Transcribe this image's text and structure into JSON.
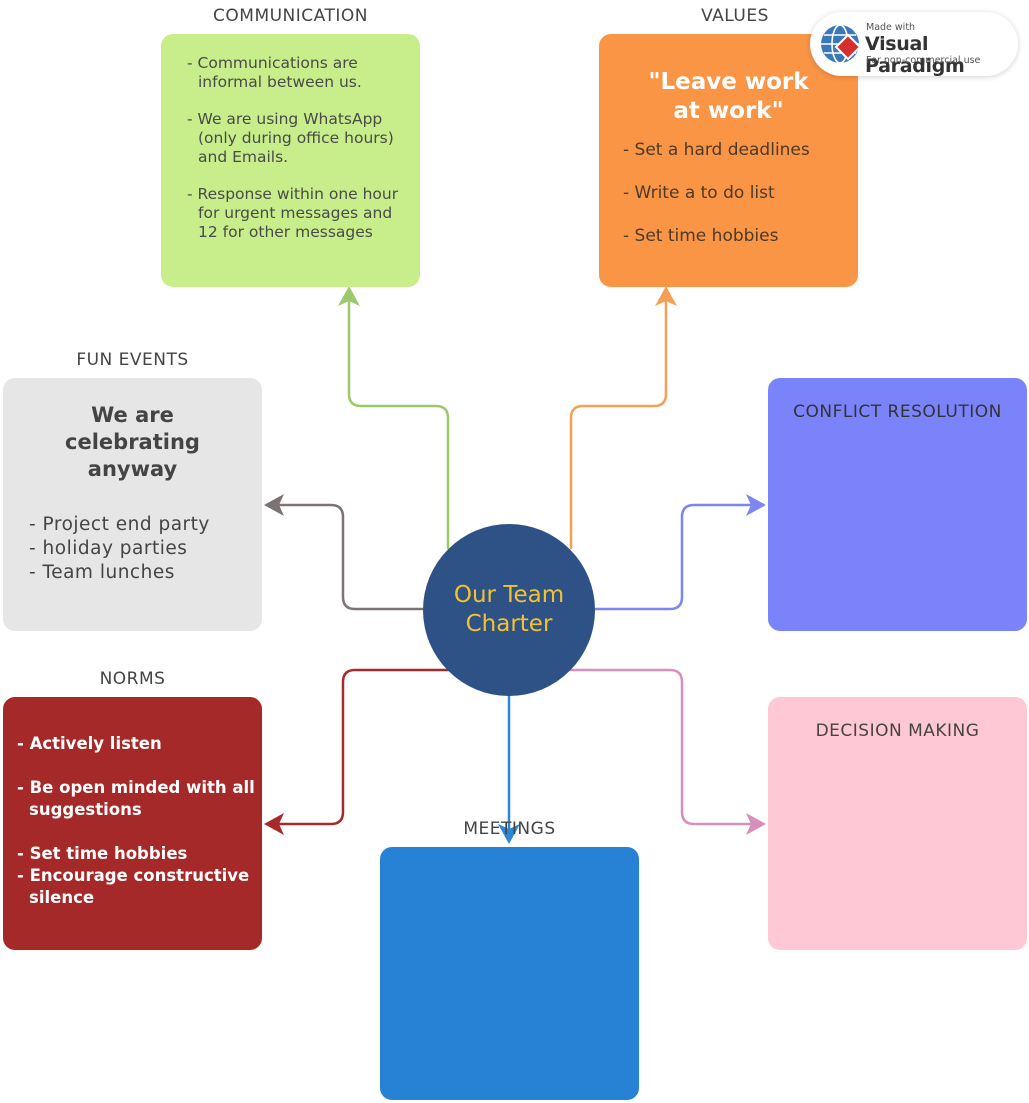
{
  "center": {
    "line1": "Our Team",
    "line2": "Charter"
  },
  "communication": {
    "caption": "COMMUNICATION",
    "items": [
      "- Communications are informal between us.",
      "- We are using WhatsApp (only during office hours) and Emails.",
      "- Response within one hour for urgent messages and 12 for other messages"
    ]
  },
  "values": {
    "caption": "VALUES",
    "quote_line1": "\"Leave work",
    "quote_line2": "at work\"",
    "items": [
      "- Set a hard deadlines",
      "- Write a to do list",
      "- Set time hobbies"
    ]
  },
  "fun_events": {
    "caption": "FUN EVENTS",
    "heading_line1": "We are",
    "heading_line2": "celebrating",
    "heading_line3": "anyway",
    "items": [
      "- Project end party",
      "- holiday parties",
      "- Team lunches"
    ]
  },
  "conflict_resolution": {
    "title": "CONFLICT RESOLUTION"
  },
  "norms": {
    "caption": "NORMS",
    "items": [
      "- Actively listen",
      "- Be open minded with all suggestions",
      "- Set time hobbies",
      "- Encourage constructive silence"
    ]
  },
  "decision_making": {
    "title": "DECISION MAKING"
  },
  "meetings": {
    "caption": "MEETINGS"
  },
  "badge": {
    "made_with": "Made with",
    "brand": "Visual Paradigm",
    "note": "For non-commercial use"
  },
  "colors": {
    "communication": "#c7ee8a",
    "communication_line": "#9cc96b",
    "values": "#fb9546",
    "values_line": "#f5a055",
    "fun_events": "#e6e6e6",
    "fun_line": "#7d7375",
    "conflict": "#7b83fb",
    "conflict_line": "#7e86f0",
    "norms": "#a6292a",
    "norms_line": "#a52a2c",
    "decision": "#ffc8d4",
    "decision_line": "#d78fbb",
    "meetings": "#2782d5",
    "meetings_line": "#2e86d8",
    "center": "#2e5186",
    "center_text": "#f1c232"
  }
}
